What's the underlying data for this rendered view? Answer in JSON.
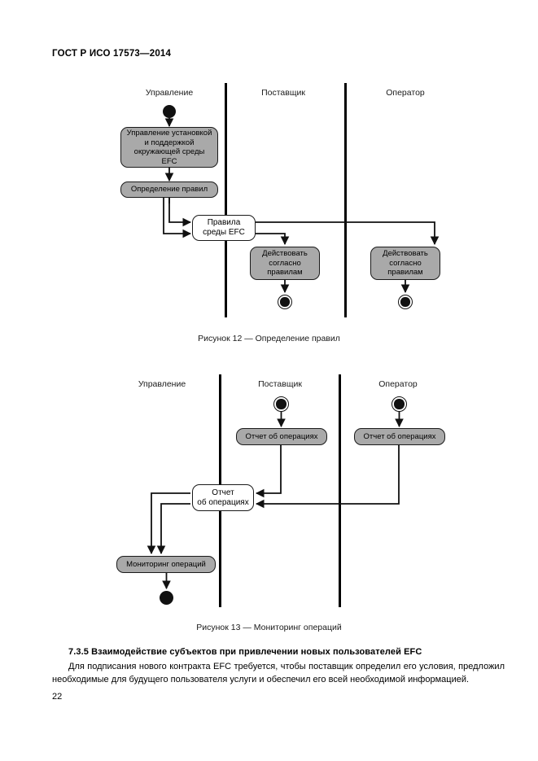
{
  "header": {
    "standard_title": "ГОСТ Р ИСО 17573—2014"
  },
  "page_number": "22",
  "figures": [
    {
      "id": "figure-12",
      "caption": "Рисунок 12 — Определение правил",
      "lanes": [
        {
          "label": "Управление"
        },
        {
          "label": "Поставщик"
        },
        {
          "label": "Оператор"
        }
      ],
      "nodes": {
        "initial": "initial-node",
        "activity_manage": "Управление установкой\nи поддержкой\nокружающей среды\nEFC",
        "activity_define": "Определение правил",
        "object_rules": "Правила\nсреды EFC",
        "activity_act_supplier": "Действовать\nсогласно\nправилам",
        "activity_act_operator": "Действовать\nсогласно\nправилам",
        "final_supplier": "final-node",
        "final_operator": "final-node"
      }
    },
    {
      "id": "figure-13",
      "caption": "Рисунок 13 — Мониторинг операций",
      "lanes": [
        {
          "label": "Управление"
        },
        {
          "label": "Поставщик"
        },
        {
          "label": "Оператор"
        }
      ],
      "nodes": {
        "initial_supplier": "initial-node",
        "initial_operator": "initial-node",
        "activity_report_supplier": "Отчет об операциях",
        "activity_report_operator": "Отчет об операциях",
        "object_report": "Отчет\nоб операциях",
        "activity_monitoring": "Мониторинг операций",
        "final_management": "final-node"
      }
    }
  ],
  "section": {
    "heading": "7.3.5  Взаимодействие субъектов при привлечении новых пользователей EFC",
    "paragraph": "Для подписания нового контракта EFC требуется, чтобы поставщик определил его условия, предложил необходимые для будущего пользователя услуги и обеспечил его всей необходимой информацией."
  },
  "colors": {
    "activity_fill": "#a9a9a9",
    "stroke": "#1a1a1a",
    "page_background": "#ffffff"
  }
}
